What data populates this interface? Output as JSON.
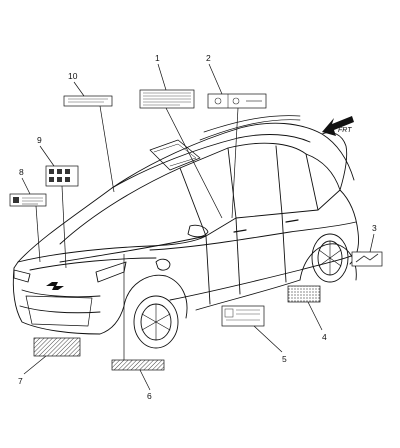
{
  "diagram": {
    "callouts": [
      "1",
      "2",
      "3",
      "4",
      "5",
      "6",
      "7",
      "8",
      "9",
      "10"
    ],
    "forward_label": "FRT"
  },
  "colors": {
    "line": "#111111",
    "label_fill": "#ffffff",
    "hatch": "#444444"
  }
}
